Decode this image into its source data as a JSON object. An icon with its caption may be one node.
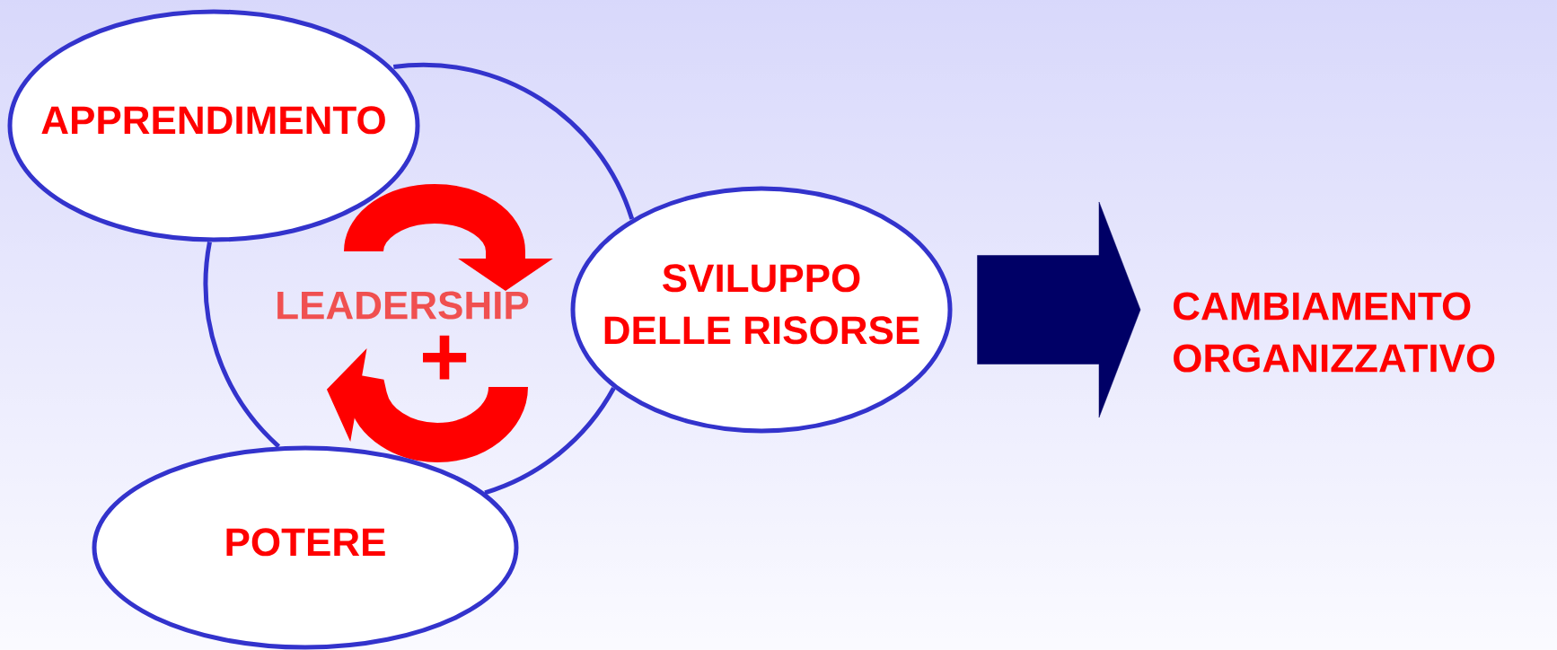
{
  "diagram": {
    "nodes": [
      {
        "text": [
          "APPRENDIMENTO"
        ]
      },
      {
        "text": [
          "SVILUPPO DELLE RISORSE"
        ]
      },
      {
        "text": [
          "POTERE"
        ]
      },
      {
        "text": [
          "CAMBIAMENTO ORGANIZZATIVO"
        ]
      }
    ],
    "edges": [
      {
        "from": 0,
        "to": 1,
        "arrow": "none"
      },
      {
        "from": 1,
        "to": 2,
        "arrow": "none"
      },
      {
        "from": 2,
        "to": 0,
        "arrow": "none"
      },
      {
        "from": 1,
        "to": 3,
        "arrow": "to",
        "style": "thick",
        "color": "#000066"
      }
    ],
    "labels": [
      "LEADERSHIP",
      "+"
    ]
  }
}
